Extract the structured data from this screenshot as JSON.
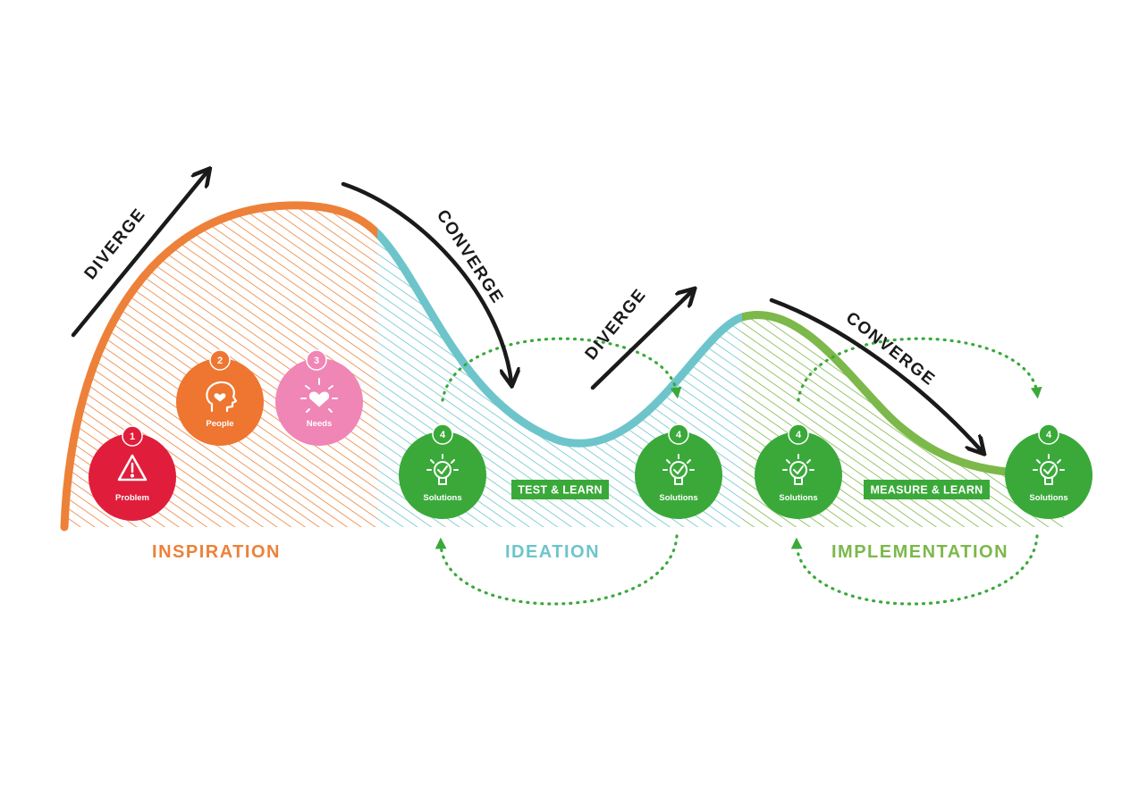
{
  "colors": {
    "inspiration": "#ed8139",
    "ideation": "#6dc5cb",
    "implementation": "#7cb84a",
    "arrow": "#1a1a1a",
    "problem": "#e01e3c",
    "people": "#ee7630",
    "needs": "#ef86b6",
    "solutions": "#3aa93a",
    "loop": "#3aa93a"
  },
  "phases": {
    "inspiration": "INSPIRATION",
    "ideation": "IDEATION",
    "implementation": "IMPLEMENTATION"
  },
  "arrows": {
    "diverge_1": "DIVERGE",
    "converge_1": "CONVERGE",
    "diverge_2": "DIVERGE",
    "converge_2": "CONVERGE"
  },
  "nodes": {
    "problem": {
      "number": "1",
      "label": "Problem",
      "icon": "warning-icon"
    },
    "people": {
      "number": "2",
      "label": "People",
      "icon": "head-heart-icon"
    },
    "needs": {
      "number": "3",
      "label": "Needs",
      "icon": "heart-burst-icon"
    },
    "solutions_1": {
      "number": "4",
      "label": "Solutions",
      "icon": "lightbulb-check-icon"
    },
    "solutions_2": {
      "number": "4",
      "label": "Solutions",
      "icon": "lightbulb-check-icon"
    },
    "solutions_3": {
      "number": "4",
      "label": "Solutions",
      "icon": "lightbulb-check-icon"
    },
    "solutions_4": {
      "number": "4",
      "label": "Solutions",
      "icon": "lightbulb-check-icon"
    }
  },
  "tags": {
    "test_learn": "TEST & LEARN",
    "measure_learn": "MEASURE & LEARN"
  }
}
